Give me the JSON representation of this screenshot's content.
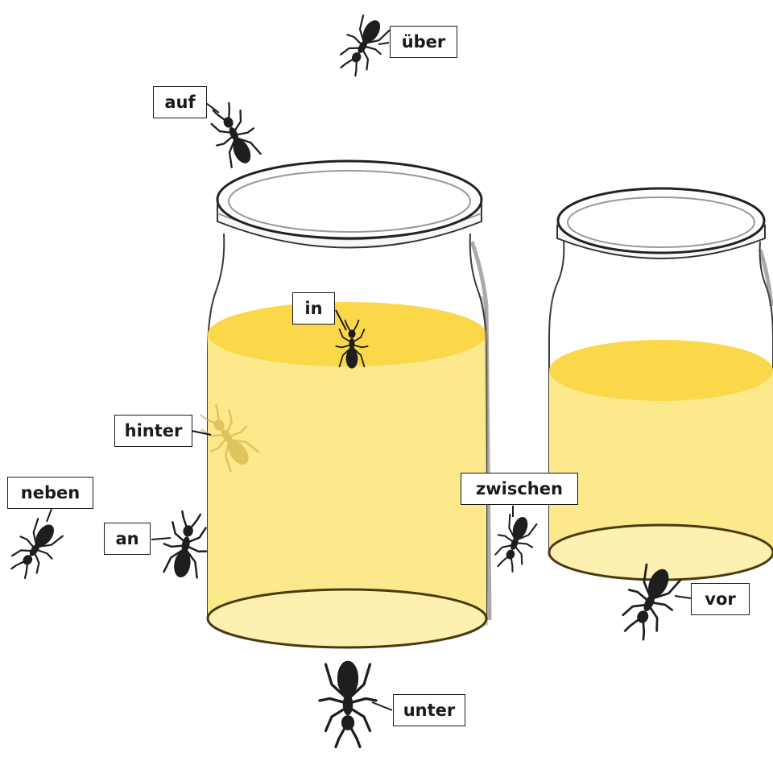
{
  "colors": {
    "liquid": "#fce98c",
    "liquid_top": "#fbd84a",
    "ant": "#1e1e1e",
    "glass_outline": "#3a3a3a"
  },
  "labels": {
    "ueber": "über",
    "auf": "auf",
    "in": "in",
    "hinter": "hinter",
    "neben": "neben",
    "an": "an",
    "zwischen": "zwischen",
    "vor": "vor",
    "unter": "unter"
  }
}
